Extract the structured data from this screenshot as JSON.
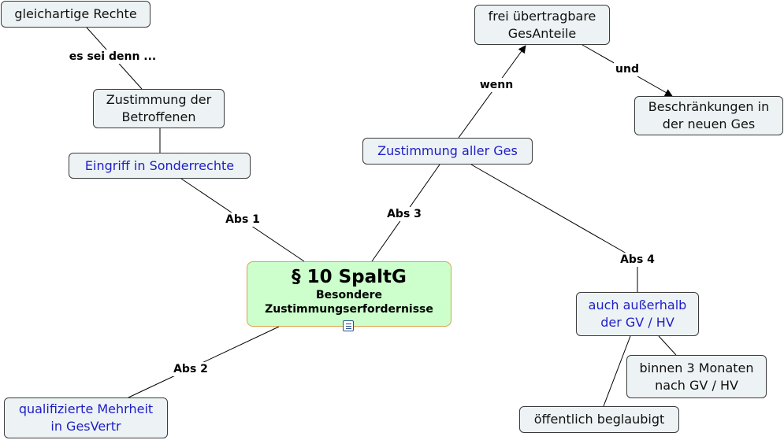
{
  "center": {
    "title": "§ 10 SpaltG",
    "subtitle_line1": "Besondere",
    "subtitle_line2": "Zustimmungserfordernisse",
    "note_icon": "note-icon"
  },
  "nodes": {
    "gleichartige": {
      "lines": [
        "gleichartige Rechte"
      ]
    },
    "zustimmung_betroffenen": {
      "lines": [
        "Zustimmung der",
        "Betroffenen"
      ]
    },
    "eingriff": {
      "lines": [
        "Eingriff in Sonderrechte"
      ]
    },
    "qualifizierte": {
      "lines": [
        "qualifizierte Mehrheit",
        "in GesVertr"
      ]
    },
    "zustimmung_aller": {
      "lines": [
        "Zustimmung aller Ges"
      ]
    },
    "frei": {
      "lines": [
        "frei übertragbare",
        "GesAnteile"
      ]
    },
    "beschraenkungen": {
      "lines": [
        "Beschränkungen in",
        "der neuen Ges"
      ]
    },
    "ausserhalb": {
      "lines": [
        "auch außerhalb",
        "der GV / HV"
      ]
    },
    "binnen": {
      "lines": [
        "binnen 3 Monaten",
        "nach GV / HV"
      ]
    },
    "oeffentlich": {
      "lines": [
        "öffentlich beglaubigt"
      ]
    }
  },
  "edge_labels": {
    "es_sei_denn": "es sei denn ...",
    "abs1": "Abs 1",
    "abs2": "Abs 2",
    "abs3": "Abs 3",
    "abs4": "Abs 4",
    "wenn": "wenn",
    "und": "und"
  },
  "colors": {
    "node_fill": "#edf3f4",
    "node_border": "#3b3b3b",
    "center_fill": "#ccffcc",
    "center_border": "#d9a24a",
    "link_text": "#1e1ec8",
    "edge": "#000000"
  }
}
